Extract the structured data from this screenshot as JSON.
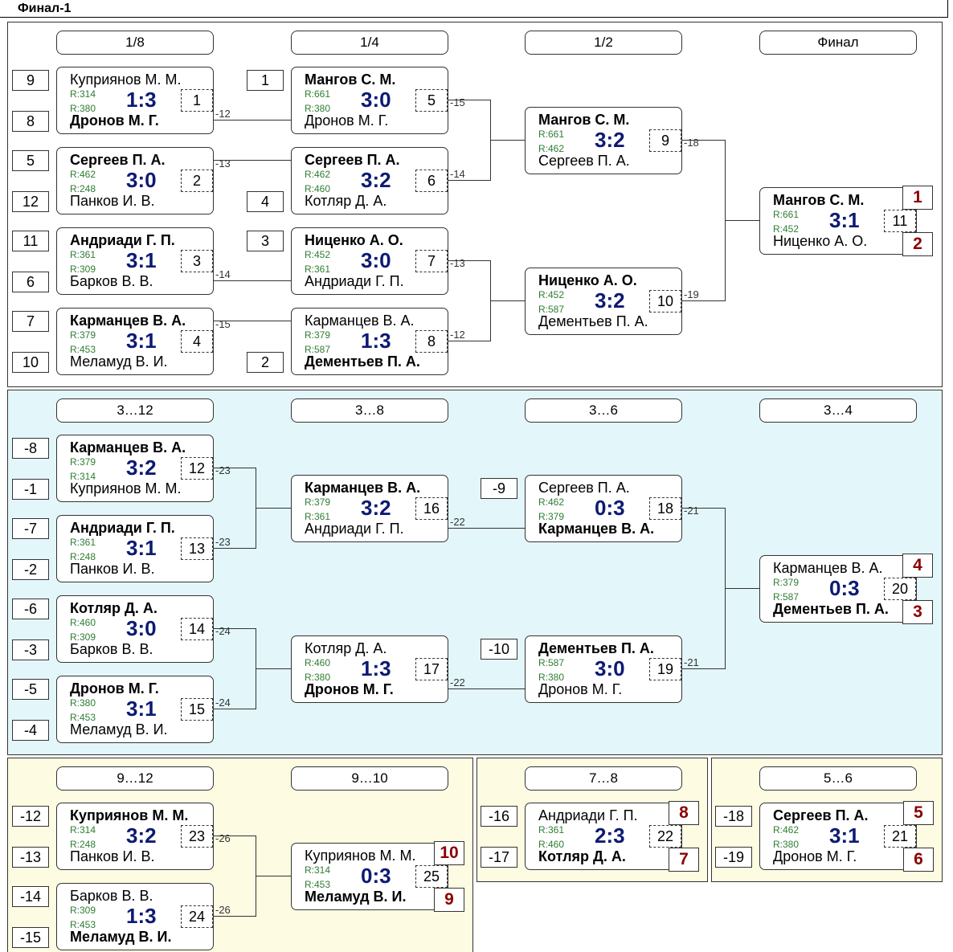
{
  "title": "Финал-1",
  "colors": {
    "bracket_bg": "#ffffff",
    "consolation_bg": "#e3f7fa",
    "lower_bg": "#fdfce3",
    "score": "#0d1a73",
    "rating": "#2e7d32",
    "place": "#8b0000"
  },
  "rounds": {
    "main": [
      "1/8",
      "1/4",
      "1/2",
      "Финал"
    ],
    "cons": [
      "3…12",
      "3…8",
      "3…6",
      "3…4"
    ],
    "low1": [
      "9…12",
      "9…10"
    ],
    "low2": [
      "7…8"
    ],
    "low3": [
      "5…6"
    ]
  },
  "seeds": [
    "9",
    "8",
    "5",
    "12",
    "11",
    "6",
    "7",
    "10",
    "1",
    "4",
    "3",
    "2",
    "-8",
    "-1",
    "-7",
    "-2",
    "-6",
    "-3",
    "-5",
    "-4",
    "-9",
    "-10",
    "-12",
    "-13",
    "-14",
    "-15",
    "-16",
    "-17",
    "-18",
    "-19"
  ],
  "matches": [
    {
      "p1": "Куприянов М. М.",
      "p2": "Дронов М. Г.",
      "r1": "R:314",
      "r2": "R:380",
      "score": "1:3",
      "num": "1",
      "w": 2
    },
    {
      "p1": "Сергеев П. А.",
      "p2": "Панков И. В.",
      "r1": "R:462",
      "r2": "R:248",
      "score": "3:0",
      "num": "2",
      "w": 1
    },
    {
      "p1": "Андриади Г. П.",
      "p2": "Барков В. В.",
      "r1": "R:361",
      "r2": "R:309",
      "score": "3:1",
      "num": "3",
      "w": 1
    },
    {
      "p1": "Карманцев В. А.",
      "p2": "Меламуд В. И.",
      "r1": "R:379",
      "r2": "R:453",
      "score": "3:1",
      "num": "4",
      "w": 1
    },
    {
      "p1": "Мангов С. М.",
      "p2": "Дронов М. Г.",
      "r1": "R:661",
      "r2": "R:380",
      "score": "3:0",
      "num": "5",
      "w": 1
    },
    {
      "p1": "Сергеев П. А.",
      "p2": "Котляр Д. А.",
      "r1": "R:462",
      "r2": "R:460",
      "score": "3:2",
      "num": "6",
      "w": 1
    },
    {
      "p1": "Ниценко А. О.",
      "p2": "Андриади Г. П.",
      "r1": "R:452",
      "r2": "R:361",
      "score": "3:0",
      "num": "7",
      "w": 1
    },
    {
      "p1": "Карманцев В. А.",
      "p2": "Дементьев П. А.",
      "r1": "R:379",
      "r2": "R:587",
      "score": "1:3",
      "num": "8",
      "w": 2
    },
    {
      "p1": "Мангов С. М.",
      "p2": "Сергеев П. А.",
      "r1": "R:661",
      "r2": "R:462",
      "score": "3:2",
      "num": "9",
      "w": 1
    },
    {
      "p1": "Ниценко А. О.",
      "p2": "Дементьев П. А.",
      "r1": "R:452",
      "r2": "R:587",
      "score": "3:2",
      "num": "10",
      "w": 1
    },
    {
      "p1": "Мангов С. М.",
      "p2": "Ниценко А. О.",
      "r1": "R:661",
      "r2": "R:452",
      "score": "3:1",
      "num": "11",
      "w": 1
    },
    {
      "p1": "Карманцев В. А.",
      "p2": "Куприянов М. М.",
      "r1": "R:379",
      "r2": "R:314",
      "score": "3:2",
      "num": "12",
      "w": 1
    },
    {
      "p1": "Андриади Г. П.",
      "p2": "Панков И. В.",
      "r1": "R:361",
      "r2": "R:248",
      "score": "3:1",
      "num": "13",
      "w": 1
    },
    {
      "p1": "Котляр Д. А.",
      "p2": "Барков В. В.",
      "r1": "R:460",
      "r2": "R:309",
      "score": "3:0",
      "num": "14",
      "w": 1
    },
    {
      "p1": "Дронов М. Г.",
      "p2": "Меламуд В. И.",
      "r1": "R:380",
      "r2": "R:453",
      "score": "3:1",
      "num": "15",
      "w": 1
    },
    {
      "p1": "Карманцев В. А.",
      "p2": "Андриади Г. П.",
      "r1": "R:379",
      "r2": "R:361",
      "score": "3:2",
      "num": "16",
      "w": 1
    },
    {
      "p1": "Котляр Д. А.",
      "p2": "Дронов М. Г.",
      "r1": "R:460",
      "r2": "R:380",
      "score": "1:3",
      "num": "17",
      "w": 2
    },
    {
      "p1": "Сергеев П. А.",
      "p2": "Карманцев В. А.",
      "r1": "R:462",
      "r2": "R:379",
      "score": "0:3",
      "num": "18",
      "w": 2
    },
    {
      "p1": "Дементьев П. А.",
      "p2": "Дронов М. Г.",
      "r1": "R:587",
      "r2": "R:380",
      "score": "3:0",
      "num": "19",
      "w": 1
    },
    {
      "p1": "Карманцев В. А.",
      "p2": "Дементьев П. А.",
      "r1": "R:379",
      "r2": "R:587",
      "score": "0:3",
      "num": "20",
      "w": 2
    },
    {
      "p1": "Куприянов М. М.",
      "p2": "Панков И. В.",
      "r1": "R:314",
      "r2": "R:248",
      "score": "3:2",
      "num": "23",
      "w": 1
    },
    {
      "p1": "Барков В. В.",
      "p2": "Меламуд В. И.",
      "r1": "R:309",
      "r2": "R:453",
      "score": "1:3",
      "num": "24",
      "w": 2
    },
    {
      "p1": "Куприянов М. М.",
      "p2": "Меламуд В. И.",
      "r1": "R:314",
      "r2": "R:453",
      "score": "0:3",
      "num": "25",
      "w": 2
    },
    {
      "p1": "Андриади Г. П.",
      "p2": "Котляр Д. А.",
      "r1": "R:361",
      "r2": "R:460",
      "score": "2:3",
      "num": "22",
      "w": 2
    },
    {
      "p1": "Сергеев П. А.",
      "p2": "Дронов М. Г.",
      "r1": "R:462",
      "r2": "R:380",
      "score": "3:1",
      "num": "21",
      "w": 1
    }
  ],
  "places": [
    "1",
    "2",
    "4",
    "3",
    "10",
    "9",
    "8",
    "7",
    "5",
    "6"
  ],
  "loser_labels": [
    "-12",
    "-13",
    "-14",
    "-15",
    "-15",
    "-14",
    "-13",
    "-12",
    "-18",
    "-19",
    "-23",
    "-23",
    "-24",
    "-24",
    "-22",
    "-22",
    "-21",
    "-21",
    "-26",
    "-26"
  ]
}
